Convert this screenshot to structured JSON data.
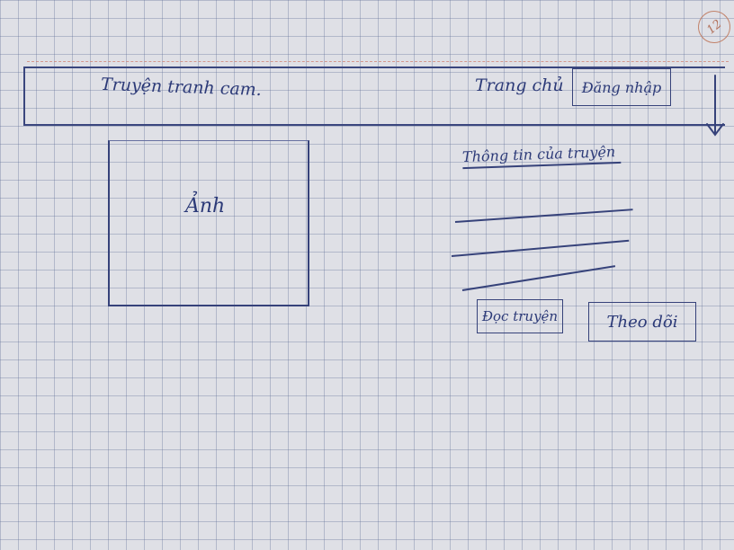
{
  "header": {
    "site_title": "Truyện tranh cam.",
    "account_label": "Trang chủ",
    "login_button": "Đăng nhập"
  },
  "page_number": "12",
  "main": {
    "image_label": "Ảnh",
    "info_heading": "Thông tin của truyện",
    "read_button": "Đọc truyện",
    "follow_button": "Theo dõi"
  },
  "colors": {
    "ink": "#2c3a78",
    "paper": "#dfe0e6",
    "grid": "#5f6e96",
    "margin": "#d07a6a"
  },
  "icons": {
    "dropdown": "down-arrow-icon"
  }
}
